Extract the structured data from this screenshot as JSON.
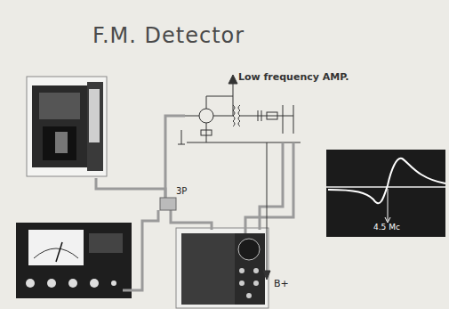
{
  "diagram": {
    "title": "F.M. Detector",
    "labels": [
      "Low frequency AMP.",
      "3P",
      "4.5 Mc",
      "B+"
    ]
  }
}
